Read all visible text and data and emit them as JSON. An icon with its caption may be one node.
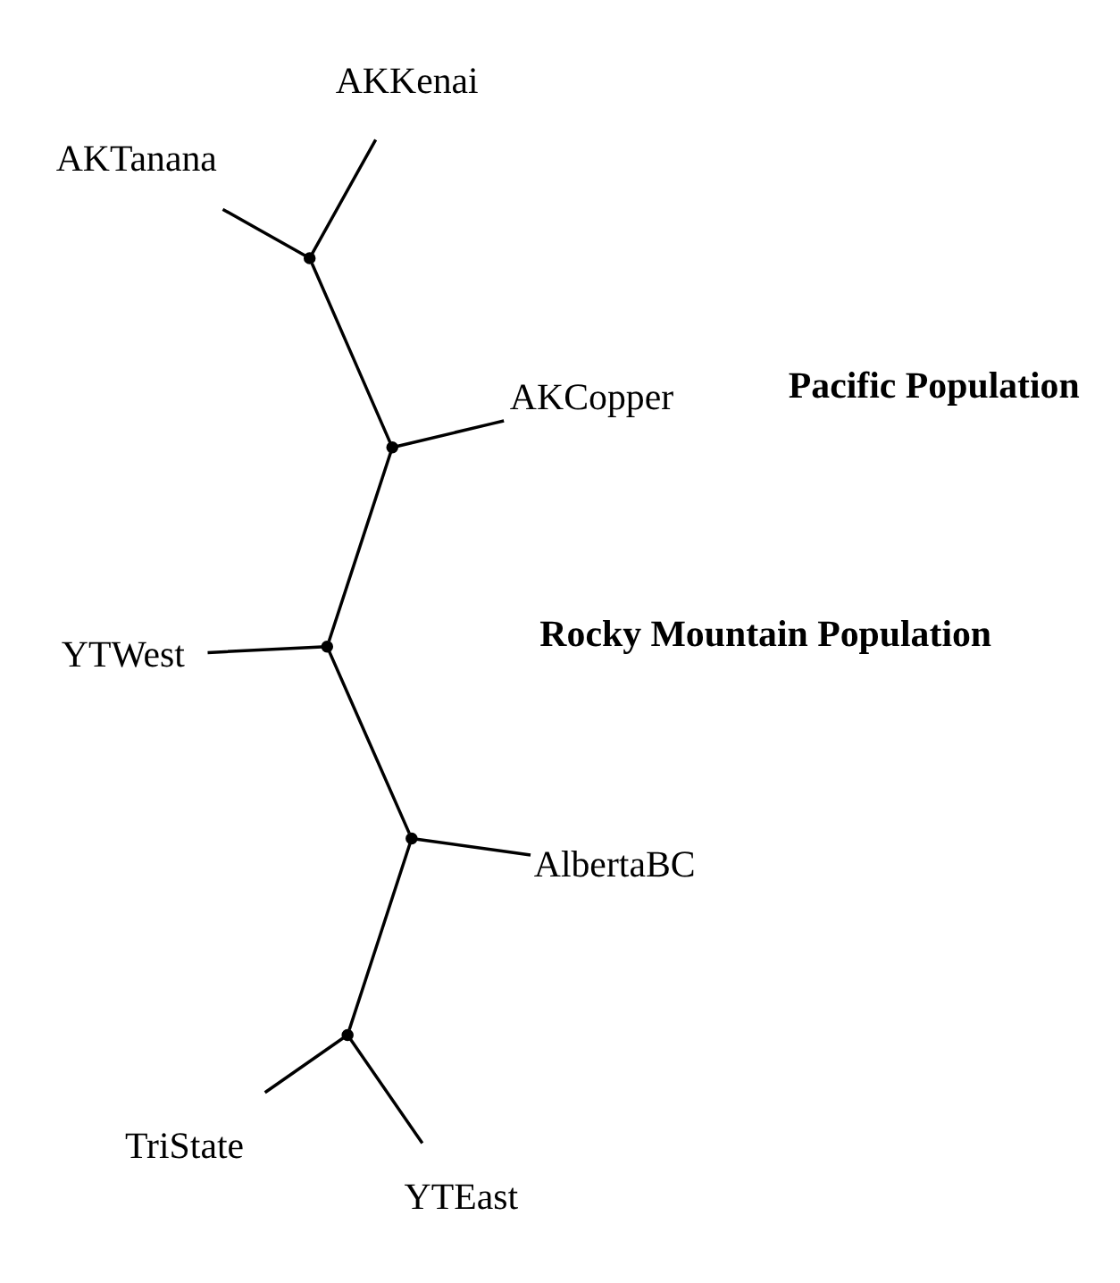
{
  "diagram": {
    "nodes": [
      {
        "text": [
          "AKTanana"
        ]
      },
      {
        "text": [
          "AKKenai"
        ]
      },
      {
        "text": [
          "AKCopper"
        ]
      },
      {
        "text": [],
        "shape": "point"
      },
      {
        "text": [],
        "shape": "point"
      },
      {
        "text": [
          "YTWest"
        ]
      },
      {
        "text": [],
        "shape": "point"
      },
      {
        "text": [
          "AlbertaBC"
        ]
      },
      {
        "text": [],
        "shape": "point"
      },
      {
        "text": [],
        "shape": "point"
      },
      {
        "text": [
          "YTEast"
        ]
      },
      {
        "text": [
          "TriState"
        ]
      }
    ],
    "edges": [
      {
        "from": 3,
        "to": 0,
        "arrow": "none"
      },
      {
        "from": 3,
        "to": 1,
        "arrow": "none"
      },
      {
        "from": 4,
        "to": 3,
        "arrow": "none"
      },
      {
        "from": 4,
        "to": 2,
        "arrow": "none"
      },
      {
        "from": 4,
        "to": 6,
        "arrow": "none"
      },
      {
        "from": 6,
        "to": 5,
        "arrow": "none"
      },
      {
        "from": 6,
        "to": 8,
        "arrow": "none"
      },
      {
        "from": 8,
        "to": 7,
        "arrow": "none"
      },
      {
        "from": 8,
        "to": 9,
        "arrow": "none"
      },
      {
        "from": 9,
        "to": 10,
        "arrow": "none"
      },
      {
        "from": 9,
        "to": 11,
        "arrow": "none"
      }
    ],
    "labels": [
      "Pacific Population",
      "Rocky Mountain Population"
    ]
  }
}
